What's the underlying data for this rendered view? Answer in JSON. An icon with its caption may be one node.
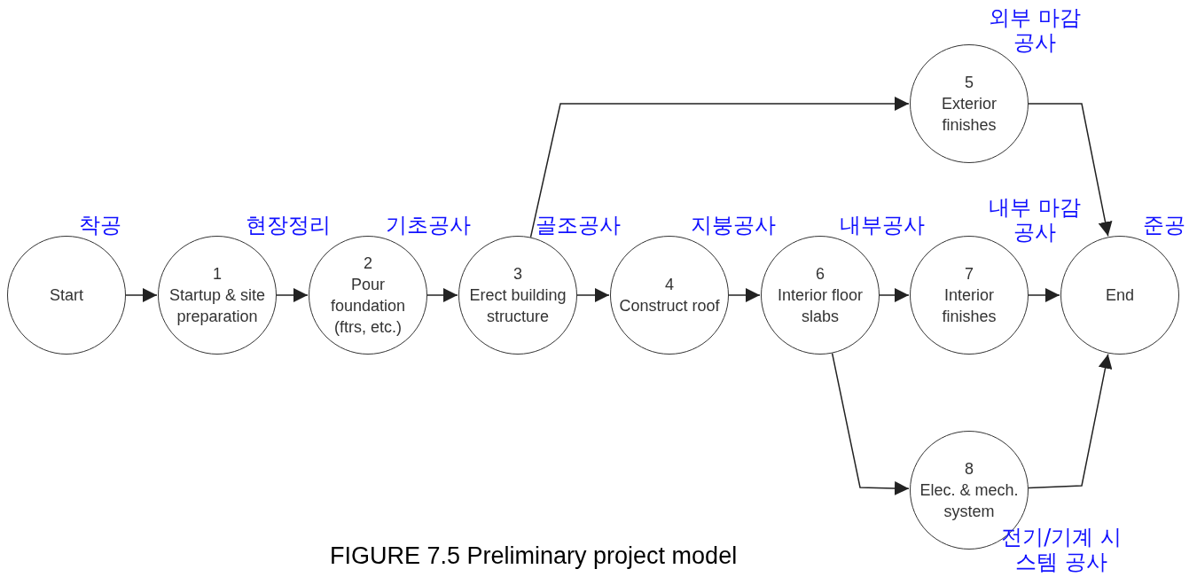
{
  "diagram": {
    "caption": "FIGURE 7.5 Preliminary project model",
    "nodes": [
      {
        "text": [
          "Start"
        ],
        "beside": [
          "착공"
        ]
      },
      {
        "text": [
          "1",
          "Startup & site preparation"
        ],
        "beside": [
          "현장정리"
        ]
      },
      {
        "text": [
          "2",
          "Pour foundation (ftrs, etc.)"
        ],
        "beside": [
          "기초공사"
        ]
      },
      {
        "text": [
          "3",
          "Erect building structure"
        ],
        "beside": [
          "골조공사"
        ]
      },
      {
        "text": [
          "4",
          "Construct roof"
        ],
        "beside": [
          "지붕공사"
        ]
      },
      {
        "text": [
          "5",
          "Exterior finishes"
        ],
        "beside": [
          "외부 마감공사"
        ]
      },
      {
        "text": [
          "6",
          "Interior floor slabs"
        ],
        "beside": [
          "내부공사"
        ]
      },
      {
        "text": [
          "7",
          "Interior finishes"
        ],
        "beside": [
          "내부 마감공사"
        ]
      },
      {
        "text": [
          "8",
          "Elec. & mech. system"
        ],
        "beside": [
          "전기/기계 시스템 공사"
        ]
      },
      {
        "text": [
          "End"
        ],
        "beside": [
          "준공"
        ]
      }
    ],
    "edges": [
      {
        "from": 0,
        "to": 1,
        "arrow": "to"
      },
      {
        "from": 1,
        "to": 2,
        "arrow": "to"
      },
      {
        "from": 2,
        "to": 3,
        "arrow": "to"
      },
      {
        "from": 3,
        "to": 4,
        "arrow": "to"
      },
      {
        "from": 3,
        "to": 5,
        "arrow": "to"
      },
      {
        "from": 4,
        "to": 6,
        "arrow": "to"
      },
      {
        "from": 6,
        "to": 7,
        "arrow": "to"
      },
      {
        "from": 6,
        "to": 8,
        "arrow": "to"
      },
      {
        "from": 5,
        "to": 9,
        "arrow": "to"
      },
      {
        "from": 7,
        "to": 9,
        "arrow": "to"
      },
      {
        "from": 8,
        "to": 9,
        "arrow": "to"
      }
    ]
  }
}
